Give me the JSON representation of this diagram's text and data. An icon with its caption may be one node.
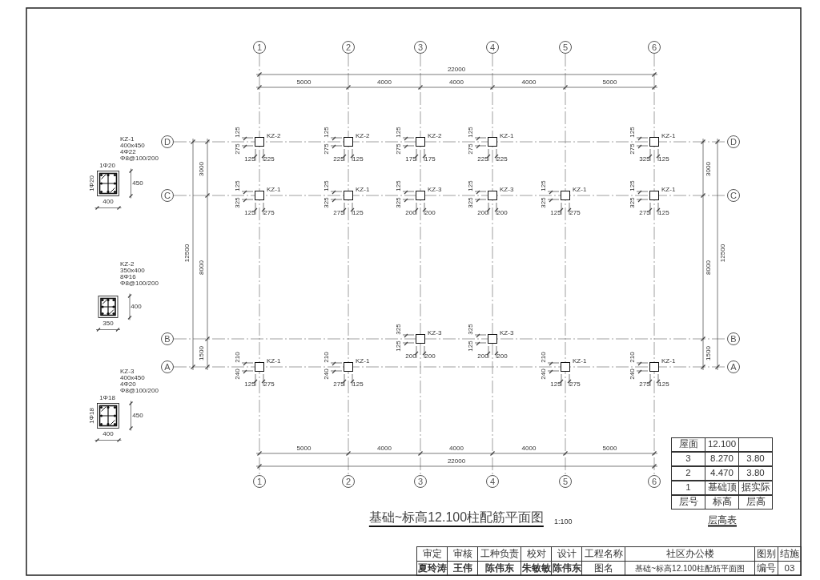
{
  "diagram": {
    "title": "基础~标高12.100柱配筋平面图",
    "nodes": [
      {
        "text": [
          "1"
        ]
      },
      {
        "text": [
          "2"
        ]
      },
      {
        "text": [
          "3"
        ]
      },
      {
        "text": [
          "4"
        ]
      },
      {
        "text": [
          "5"
        ]
      },
      {
        "text": [
          "6"
        ]
      },
      {
        "text": [
          "D"
        ]
      },
      {
        "text": [
          "D"
        ]
      },
      {
        "text": [
          "C"
        ]
      },
      {
        "text": [
          "C"
        ]
      },
      {
        "text": [
          "B"
        ]
      },
      {
        "text": [
          "B"
        ]
      },
      {
        "text": [
          "A"
        ]
      },
      {
        "text": [
          "A"
        ]
      },
      {
        "text": [
          "1"
        ]
      },
      {
        "text": [
          "2"
        ]
      },
      {
        "text": [
          "3"
        ]
      },
      {
        "text": [
          "4"
        ]
      },
      {
        "text": [
          "5"
        ]
      },
      {
        "text": [
          "6"
        ]
      },
      {
        "text": [],
        "shape": "box",
        "beside": [
          "KZ-2"
        ]
      },
      {
        "text": [],
        "shape": "box",
        "beside": [
          "KZ-2"
        ]
      },
      {
        "text": [],
        "shape": "box",
        "beside": [
          "KZ-2"
        ]
      },
      {
        "text": [],
        "shape": "box",
        "beside": [
          "KZ-1"
        ]
      },
      {
        "text": [],
        "shape": "box",
        "beside": [
          "KZ-1"
        ]
      },
      {
        "text": [],
        "shape": "box",
        "beside": [
          "KZ-1"
        ]
      },
      {
        "text": [],
        "shape": "box",
        "beside": [
          "KZ-1"
        ]
      },
      {
        "text": [],
        "shape": "box",
        "beside": [
          "KZ-3"
        ]
      },
      {
        "text": [],
        "shape": "box",
        "beside": [
          "KZ-3"
        ]
      },
      {
        "text": [],
        "shape": "box",
        "beside": [
          "KZ-1"
        ]
      },
      {
        "text": [],
        "shape": "box",
        "beside": [
          "KZ-1"
        ]
      },
      {
        "text": [],
        "shape": "box",
        "beside": [
          "KZ-3"
        ]
      },
      {
        "text": [],
        "shape": "box",
        "beside": [
          "KZ-3"
        ]
      },
      {
        "text": [],
        "shape": "box",
        "beside": [
          "KZ-1"
        ]
      },
      {
        "text": [],
        "shape": "box",
        "beside": [
          "KZ-1"
        ]
      },
      {
        "text": [],
        "shape": "box",
        "beside": [
          "KZ-1"
        ]
      },
      {
        "text": [],
        "shape": "box",
        "beside": [
          "KZ-1"
        ]
      }
    ],
    "edges": [
      {
        "from": 0,
        "to": 14,
        "arrow": "none",
        "style": "dashed"
      },
      {
        "from": 1,
        "to": 15,
        "arrow": "none",
        "style": "dashed"
      },
      {
        "from": 2,
        "to": 16,
        "arrow": "none",
        "style": "dashed"
      },
      {
        "from": 3,
        "to": 17,
        "arrow": "none",
        "style": "dashed"
      },
      {
        "from": 4,
        "to": 18,
        "arrow": "none",
        "style": "dashed"
      },
      {
        "from": 5,
        "to": 19,
        "arrow": "none",
        "style": "dashed"
      },
      {
        "from": 6,
        "to": 7,
        "arrow": "none",
        "style": "dashed"
      },
      {
        "from": 8,
        "to": 9,
        "arrow": "none",
        "style": "dashed"
      },
      {
        "from": 10,
        "to": 11,
        "arrow": "none",
        "style": "dashed"
      },
      {
        "from": 12,
        "to": 13,
        "arrow": "none",
        "style": "dashed"
      }
    ],
    "labels": [
      "22000",
      "5000",
      "4000",
      "4000",
      "4000",
      "5000",
      "5000",
      "4000",
      "4000",
      "4000",
      "5000",
      "22000",
      "3000",
      "8000",
      "1500",
      "12500",
      "3000",
      "8000",
      "1500",
      "12500",
      "125",
      "275",
      "125",
      "225",
      "125",
      "275",
      "225",
      "125",
      "125",
      "275",
      "175",
      "175",
      "125",
      "275",
      "225",
      "225",
      "125",
      "275",
      "325",
      "125",
      "125",
      "325",
      "125",
      "275",
      "125",
      "325",
      "275",
      "125",
      "125",
      "325",
      "200",
      "200",
      "125",
      "325",
      "200",
      "200",
      "125",
      "325",
      "125",
      "275",
      "125",
      "325",
      "275",
      "125",
      "325",
      "125",
      "200",
      "200",
      "325",
      "125",
      "200",
      "200",
      "210",
      "240",
      "125",
      "275",
      "210",
      "240",
      "275",
      "125",
      "210",
      "240",
      "125",
      "275",
      "210",
      "240",
      "275",
      "125",
      "KZ-1",
      "400x450",
      "4Φ22",
      "Φ8@100/200",
      "1Φ20",
      "1Φ20",
      "450",
      "400",
      "KZ-2",
      "350x400",
      "8Φ16",
      "Φ8@100/200",
      "400",
      "350",
      "KZ-3",
      "400x450",
      "4Φ20",
      "Φ8@100/200",
      "1Φ18",
      "1Φ18",
      "450",
      "400",
      "屋面",
      "12.100",
      "3",
      "8.270",
      "3.80",
      "2",
      "4.470",
      "3.80",
      "1",
      "基础顶",
      "据实际",
      "层号",
      "标高",
      "层高",
      "层高表",
      "1:100",
      "审定",
      "审核",
      "工种负责",
      "校对",
      "设计",
      "工程名称",
      "社区办公楼",
      "图别",
      "结施",
      "夏玲涛",
      "王伟",
      "陈伟东",
      "朱敏敏",
      "陈伟东",
      "图名",
      "基础~标高12.100柱配筋平面图",
      "编号",
      "03"
    ]
  }
}
